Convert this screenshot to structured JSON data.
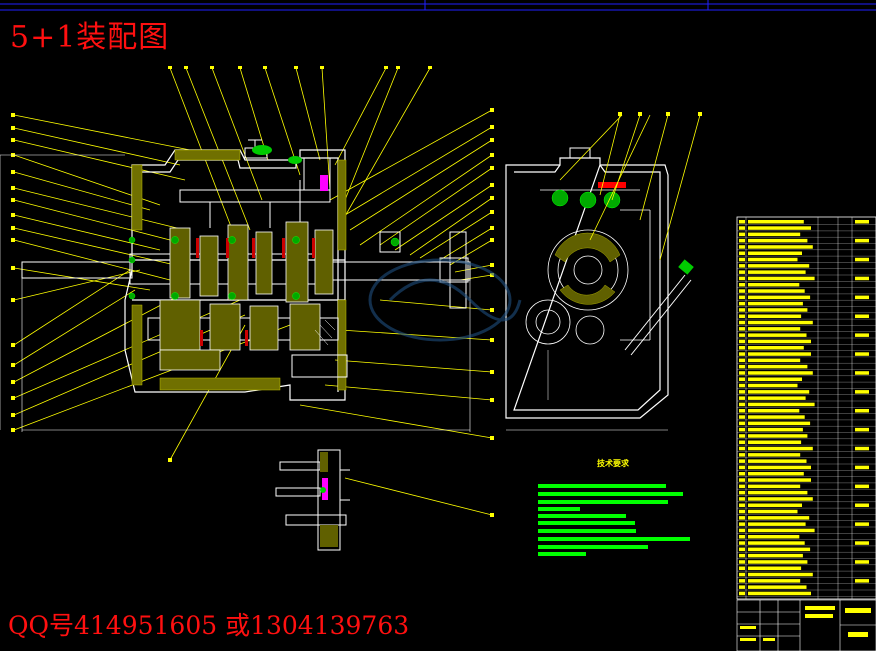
{
  "drawing": {
    "title": "5+1装配图",
    "contact": "QQ号414951605 或1304139763",
    "tech_requirements_heading": "技术要求",
    "colors": {
      "background": "#000000",
      "outline": "#ffffff",
      "leader": "#ffff00",
      "title_text": "#ff1010",
      "notes": "#00ff00",
      "hatch": "#c0c000",
      "highlight": "#ff00ff",
      "frame": "#0000ff",
      "bearing": "#00cc00"
    },
    "icons": [
      "gearbox-section-view",
      "gearbox-end-view",
      "detail-view",
      "parts-list",
      "title-block"
    ]
  }
}
